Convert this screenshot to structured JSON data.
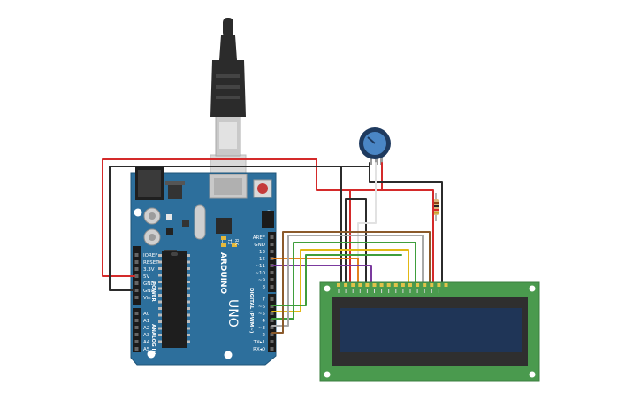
{
  "board": {
    "brand": "ARDUINO",
    "model": "UNO",
    "power_label": "POWER",
    "analog_label": "ANALOG IN",
    "digital_label": "DIGITAL (PWM~)",
    "led_labels": [
      "TX",
      "RX"
    ],
    "l_label": "L",
    "power_pins": [
      "IOREF",
      "RESET",
      "3.3V",
      "5V",
      "GND",
      "GND",
      "Vin"
    ],
    "analog_pins": [
      "A0",
      "A1",
      "A2",
      "A3",
      "A4",
      "A5"
    ],
    "digital_top_pins": [
      "AREF",
      "GND",
      "13",
      "12",
      "~11",
      "~10",
      "~9",
      "8"
    ],
    "digital_bottom_pins": [
      "7",
      "~6",
      "~5",
      "4",
      "~3",
      "2",
      "TX▸1",
      "RX◂0"
    ]
  },
  "colors": {
    "board": "#2d6f9c",
    "lcd_pcb": "#4a9a4e",
    "lcd_screen": "#1f3557",
    "wire_red": "#d42a2a",
    "wire_black": "#2b2b2b",
    "wire_yellow": "#e2b815",
    "wire_orange": "#e3821f",
    "wire_green": "#3f9e3c",
    "wire_purple": "#7b3a9e",
    "wire_brown": "#8b5a2b",
    "wire_gray": "#a8a8a8",
    "wire_white": "#e8e8e8"
  },
  "icons": [
    "usb-cable",
    "potentiometer",
    "resistor",
    "lcd-16x2"
  ]
}
